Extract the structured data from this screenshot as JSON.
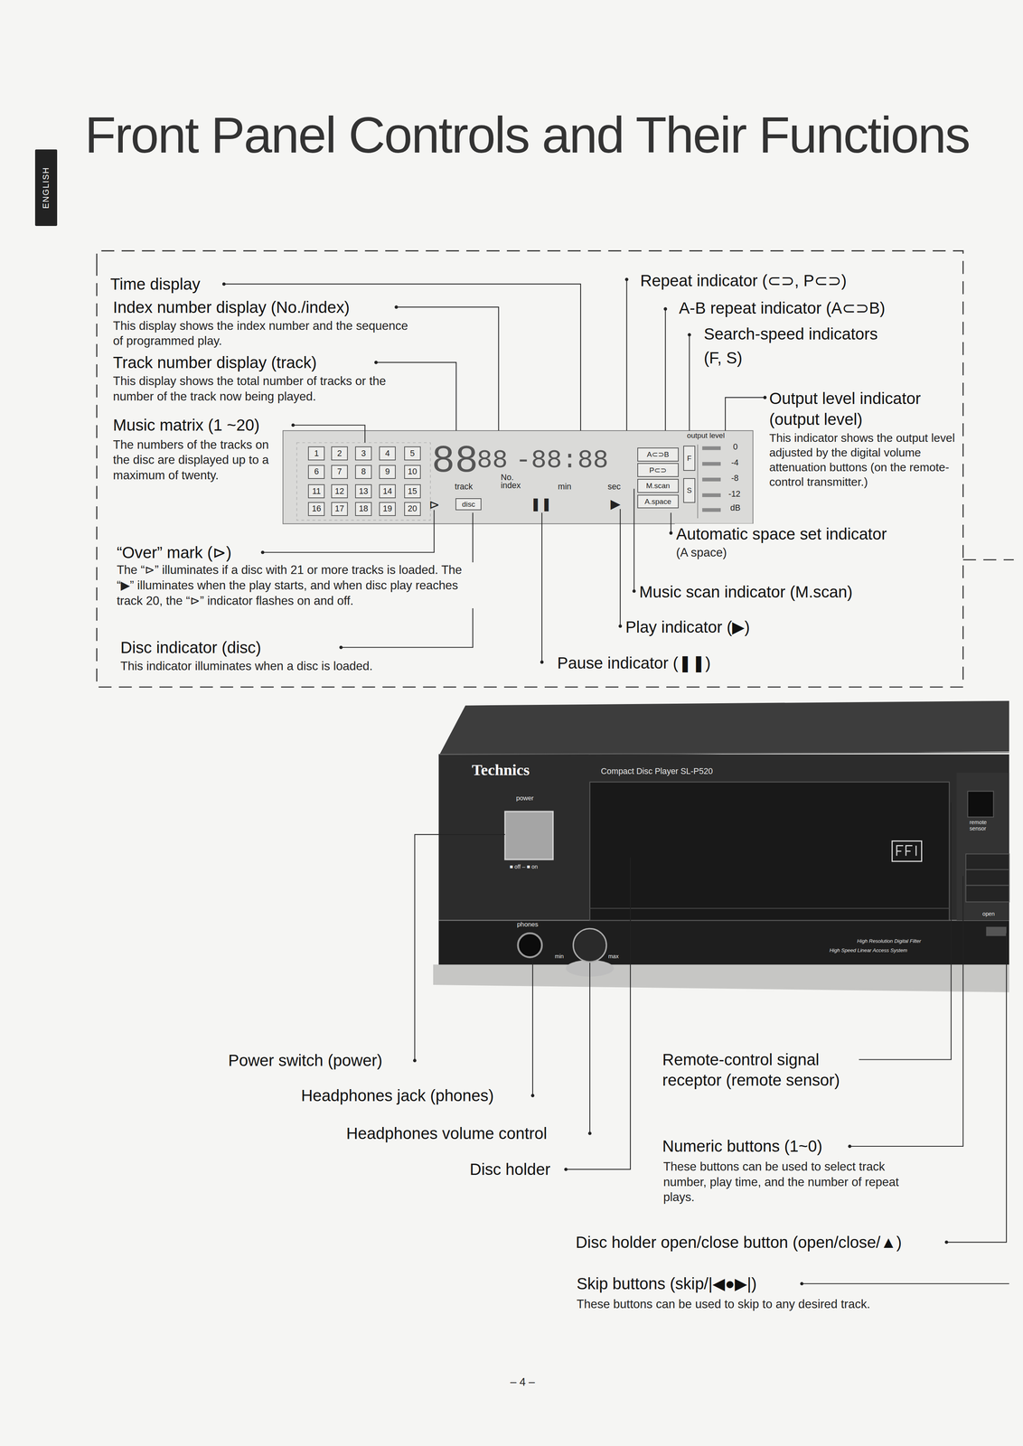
{
  "diagram": {
    "title": "Front Panel Controls and Their Functions",
    "nodes": [
      {
        "text": [
          "ENGLISH"
        ]
      },
      {
        "text": [
          "88",
          "88",
          "-88:88",
          "track",
          "No. index",
          "min",
          "sec",
          "output level",
          "0",
          "-4",
          "-8",
          "-12",
          "dB",
          "⊳",
          "❚❚",
          "▶"
        ]
      },
      {
        "text": [
          "1"
        ],
        "in": 1
      },
      {
        "text": [
          "2"
        ],
        "in": 1
      },
      {
        "text": [
          "3"
        ],
        "in": 1
      },
      {
        "text": [
          "4"
        ],
        "in": 1
      },
      {
        "text": [
          "5"
        ],
        "in": 1
      },
      {
        "text": [
          "6"
        ],
        "in": 1
      },
      {
        "text": [
          "7"
        ],
        "in": 1
      },
      {
        "text": [
          "8"
        ],
        "in": 1
      },
      {
        "text": [
          "9"
        ],
        "in": 1
      },
      {
        "text": [
          "10"
        ],
        "in": 1
      },
      {
        "text": [
          "11"
        ],
        "in": 1
      },
      {
        "text": [
          "12"
        ],
        "in": 1
      },
      {
        "text": [
          "13"
        ],
        "in": 1
      },
      {
        "text": [
          "14"
        ],
        "in": 1
      },
      {
        "text": [
          "15"
        ],
        "in": 1
      },
      {
        "text": [
          "16"
        ],
        "in": 1
      },
      {
        "text": [
          "17"
        ],
        "in": 1
      },
      {
        "text": [
          "18"
        ],
        "in": 1
      },
      {
        "text": [
          "19"
        ],
        "in": 1
      },
      {
        "text": [
          "20"
        ],
        "in": 1
      },
      {
        "text": [
          "disc"
        ],
        "in": 1
      },
      {
        "text": [
          "A⊂⊃B"
        ],
        "in": 1
      },
      {
        "text": [
          "P⊂⊃"
        ],
        "in": 1
      },
      {
        "text": [
          "M.scan"
        ],
        "in": 1
      },
      {
        "text": [
          "A.space"
        ],
        "in": 1
      },
      {
        "text": [
          "F"
        ],
        "in": 1
      },
      {
        "text": [
          "S"
        ],
        "in": 1
      }
    ],
    "labels": [
      "Time display",
      "Index number display (No./index)",
      "This display shows the index number and the sequence of programmed play.",
      "Track number display (track)",
      "This display shows the total number of tracks or the number of the track now being played.",
      "Music matrix (1 ~20)",
      "The numbers of the tracks on the disc are displayed up to a maximum of twenty.",
      "“Over” mark (⊳)",
      "The “⊳” illuminates if a disc with 21 or more tracks is loaded. The “▶” illuminates when the play starts, and when disc play reaches track 20, the “⊳” indicator flashes on and off.",
      "Disc indicator (disc)",
      "This indicator illuminates when a disc is loaded.",
      "Repeat indicator (⊂⊃, P⊂⊃)",
      "A-B repeat indicator (A⊂⊃B)",
      "Search-speed indicators",
      "(F, S)",
      "Output level indicator (output level)",
      "This indicator shows the output level adjusted by the digital volume attenuation buttons (on the remote-control transmitter.)",
      "Automatic space set indicator",
      "(A space)",
      "Music scan indicator (M.scan)",
      "Play indicator (▶)",
      "Pause indicator (❚❚)",
      "Power switch (power)",
      "Headphones jack (phones)",
      "Headphones volume control",
      "Disc holder",
      "Remote-control signal receptor (remote sensor)",
      "Numeric buttons (1~0)",
      "These buttons can be used to select track number, play time, and the number of repeat plays.",
      "Disc holder open/close button (open/close/▲)",
      "Skip buttons (skip/|◀●▶|)",
      "These buttons can be used to skip to any desired track.",
      "– 4 –",
      "Technics",
      "Compact Disc Player SL-P520",
      "power",
      "■ off – ■ on",
      "phones",
      "min",
      "max",
      "remote sensor",
      "open",
      "High Resolution Digital Filter",
      "High Speed Linear Access System"
    ]
  }
}
